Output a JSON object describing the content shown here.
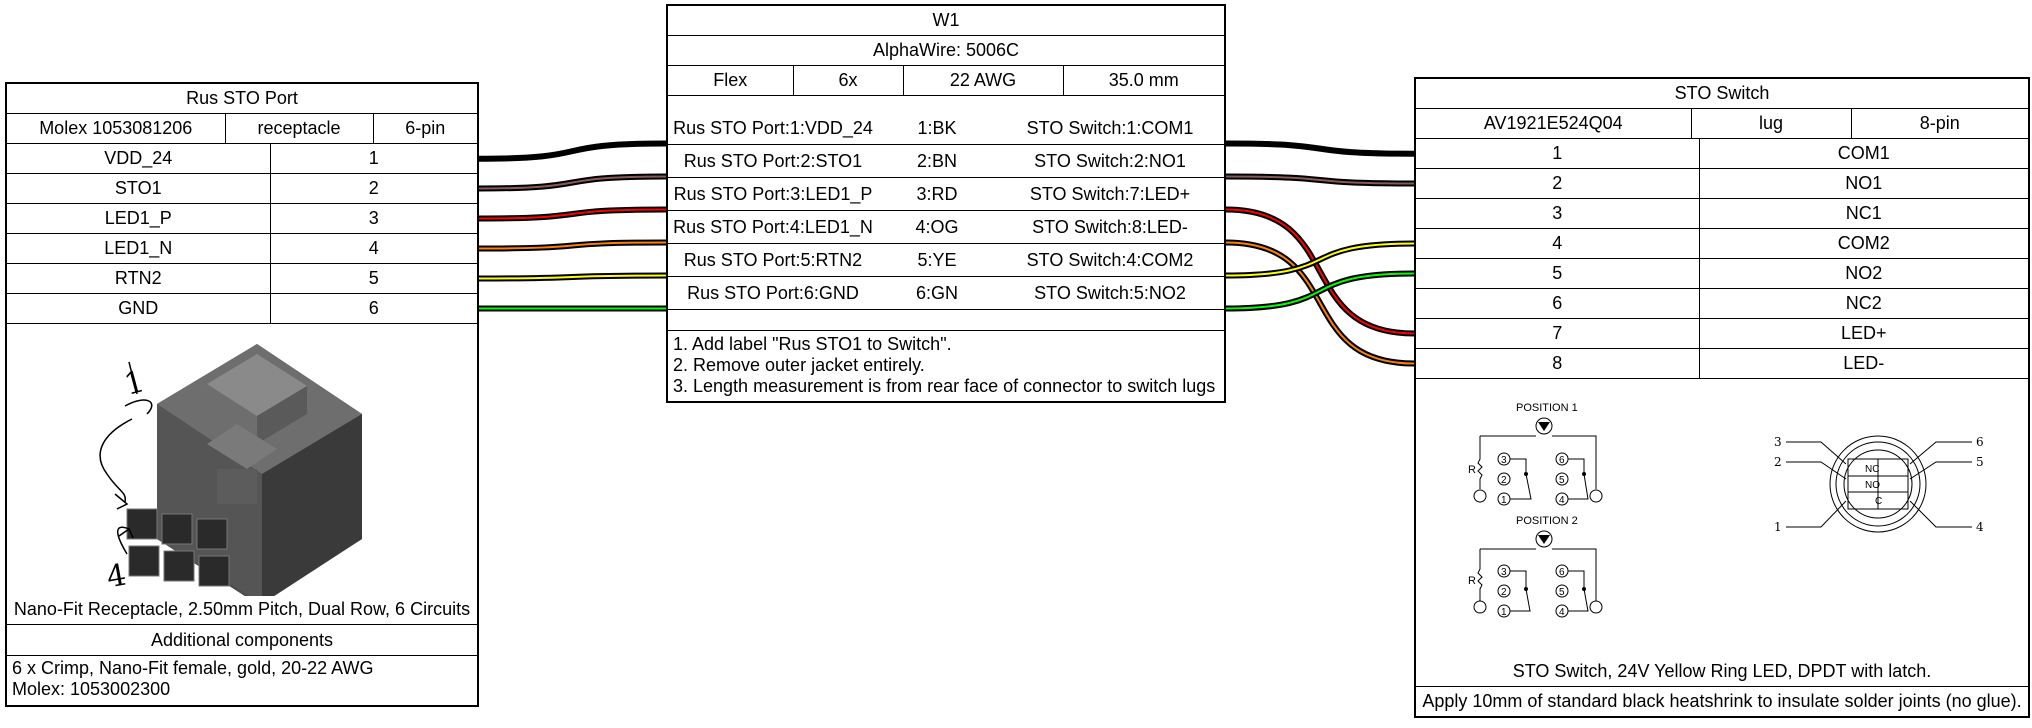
{
  "left_connector": {
    "name": "Rus STO Port",
    "part": "Molex 1053081206",
    "type": "receptacle",
    "pins_label": "6-pin",
    "pins": [
      {
        "label": "VDD_24",
        "num": "1"
      },
      {
        "label": "STO1",
        "num": "2"
      },
      {
        "label": "LED1_P",
        "num": "3"
      },
      {
        "label": "LED1_N",
        "num": "4"
      },
      {
        "label": "RTN2",
        "num": "5"
      },
      {
        "label": "GND",
        "num": "6"
      }
    ],
    "handwritten_labels": [
      "1",
      "4"
    ],
    "image_caption": "Nano-Fit Receptacle, 2.50mm Pitch, Dual Row, 6 Circuits",
    "additional_title": "Additional components",
    "additional_line1": "6 x Crimp, Nano-Fit female, gold, 20-22 AWG",
    "additional_line2": "Molex: 1053002300"
  },
  "cable": {
    "name": "W1",
    "part": "AlphaWire: 5006C",
    "spec": [
      "Flex",
      "6x",
      "22 AWG",
      "35.0 mm"
    ],
    "wires": [
      {
        "from": "Rus STO Port:1:VDD_24",
        "color": "1:BK",
        "to": "STO Switch:1:COM1",
        "hex": "#000000"
      },
      {
        "from": "Rus STO Port:2:STO1",
        "color": "2:BN",
        "to": "STO Switch:2:NO1",
        "hex": "#895956"
      },
      {
        "from": "Rus STO Port:3:LED1_P",
        "color": "3:RD",
        "to": "STO Switch:7:LED+",
        "hex": "#ff0000"
      },
      {
        "from": "Rus STO Port:4:LED1_N",
        "color": "4:OG",
        "to": "STO Switch:8:LED-",
        "hex": "#ff8000"
      },
      {
        "from": "Rus STO Port:5:RTN2",
        "color": "5:YE",
        "to": "STO Switch:4:COM2",
        "hex": "#ffff00"
      },
      {
        "from": "Rus STO Port:6:GND",
        "color": "6:GN",
        "to": "STO Switch:5:NO2",
        "hex": "#00ff00"
      }
    ],
    "notes": [
      "1. Add label \"Rus STO1 to Switch\".",
      "2. Remove outer jacket entirely.",
      "3. Length measurement is from rear face of connector to switch lugs"
    ]
  },
  "right_connector": {
    "name": "STO Switch",
    "part": "AV1921E524Q04",
    "type": "lug",
    "pins_label": "8-pin",
    "pins": [
      {
        "num": "1",
        "label": "COM1"
      },
      {
        "num": "2",
        "label": "NO1"
      },
      {
        "num": "3",
        "label": "NC1"
      },
      {
        "num": "4",
        "label": "COM2"
      },
      {
        "num": "5",
        "label": "NO2"
      },
      {
        "num": "6",
        "label": "NC2"
      },
      {
        "num": "7",
        "label": "LED+"
      },
      {
        "num": "8",
        "label": "LED-"
      }
    ],
    "schematic": {
      "pos1": "POSITION 1",
      "pos2": "POSITION 2",
      "r": "R",
      "terminal_nums": [
        "3",
        "2",
        "1",
        "6",
        "5",
        "4"
      ],
      "front_nums": [
        "3",
        "2",
        "1",
        "6",
        "5",
        "4"
      ],
      "front_text": [
        "NC",
        "NO",
        "C"
      ]
    },
    "image_caption": "STO Switch, 24V Yellow Ring LED, DPDT with latch.",
    "note": "Apply 10mm of standard black heatshrink to insulate solder joints (no glue)."
  }
}
